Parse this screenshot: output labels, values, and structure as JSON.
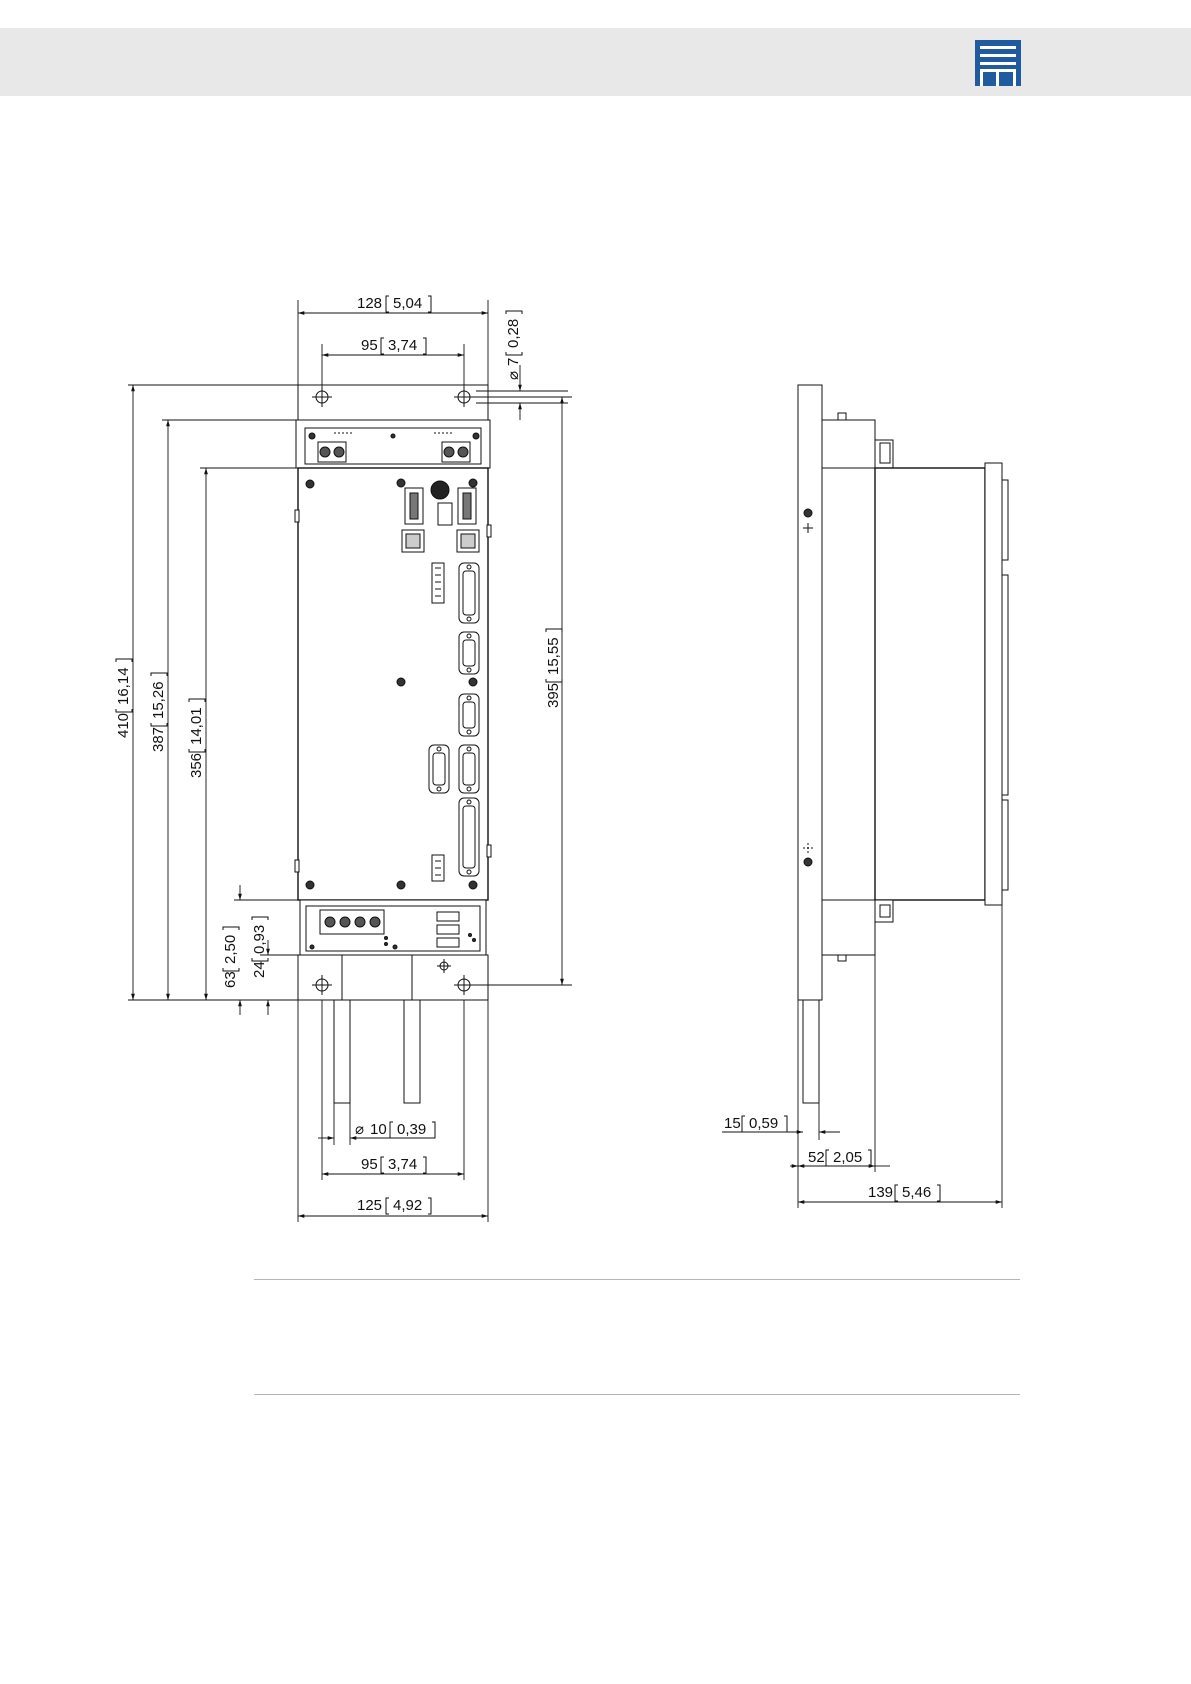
{
  "header": {
    "logo_icon": "sew-eurodrive-logo",
    "brand_color": "#1f5b9e",
    "background_color": "#e8e8e8"
  },
  "front_view": {
    "dims": {
      "width_top": "128",
      "width_top_in": "5,04",
      "hole_spacing_top": "95",
      "hole_spacing_top_in": "3,74",
      "hole_diameter": "7",
      "hole_diameter_in": "0,28",
      "height_total": "410",
      "height_total_in": "16,14",
      "height_387": "387",
      "height_387_in": "15,26",
      "height_356": "356",
      "height_356_in": "14,01",
      "hole_spacing_vertical": "395",
      "hole_spacing_vertical_in": "15,55",
      "bottom_63": "63",
      "bottom_63_in": "2,50",
      "bottom_24": "24",
      "bottom_24_in": "0,93",
      "rod_diameter": "10",
      "rod_diameter_in": "0,39",
      "hole_spacing_bottom": "95",
      "hole_spacing_bottom_in": "3,74",
      "width_bottom": "125",
      "width_bottom_in": "4,92"
    }
  },
  "side_view": {
    "dims": {
      "plate_thickness": "15",
      "plate_thickness_in": "0,59",
      "offset_52": "52",
      "offset_52_in": "2,05",
      "depth_total": "139",
      "depth_total_in": "5,46"
    }
  }
}
